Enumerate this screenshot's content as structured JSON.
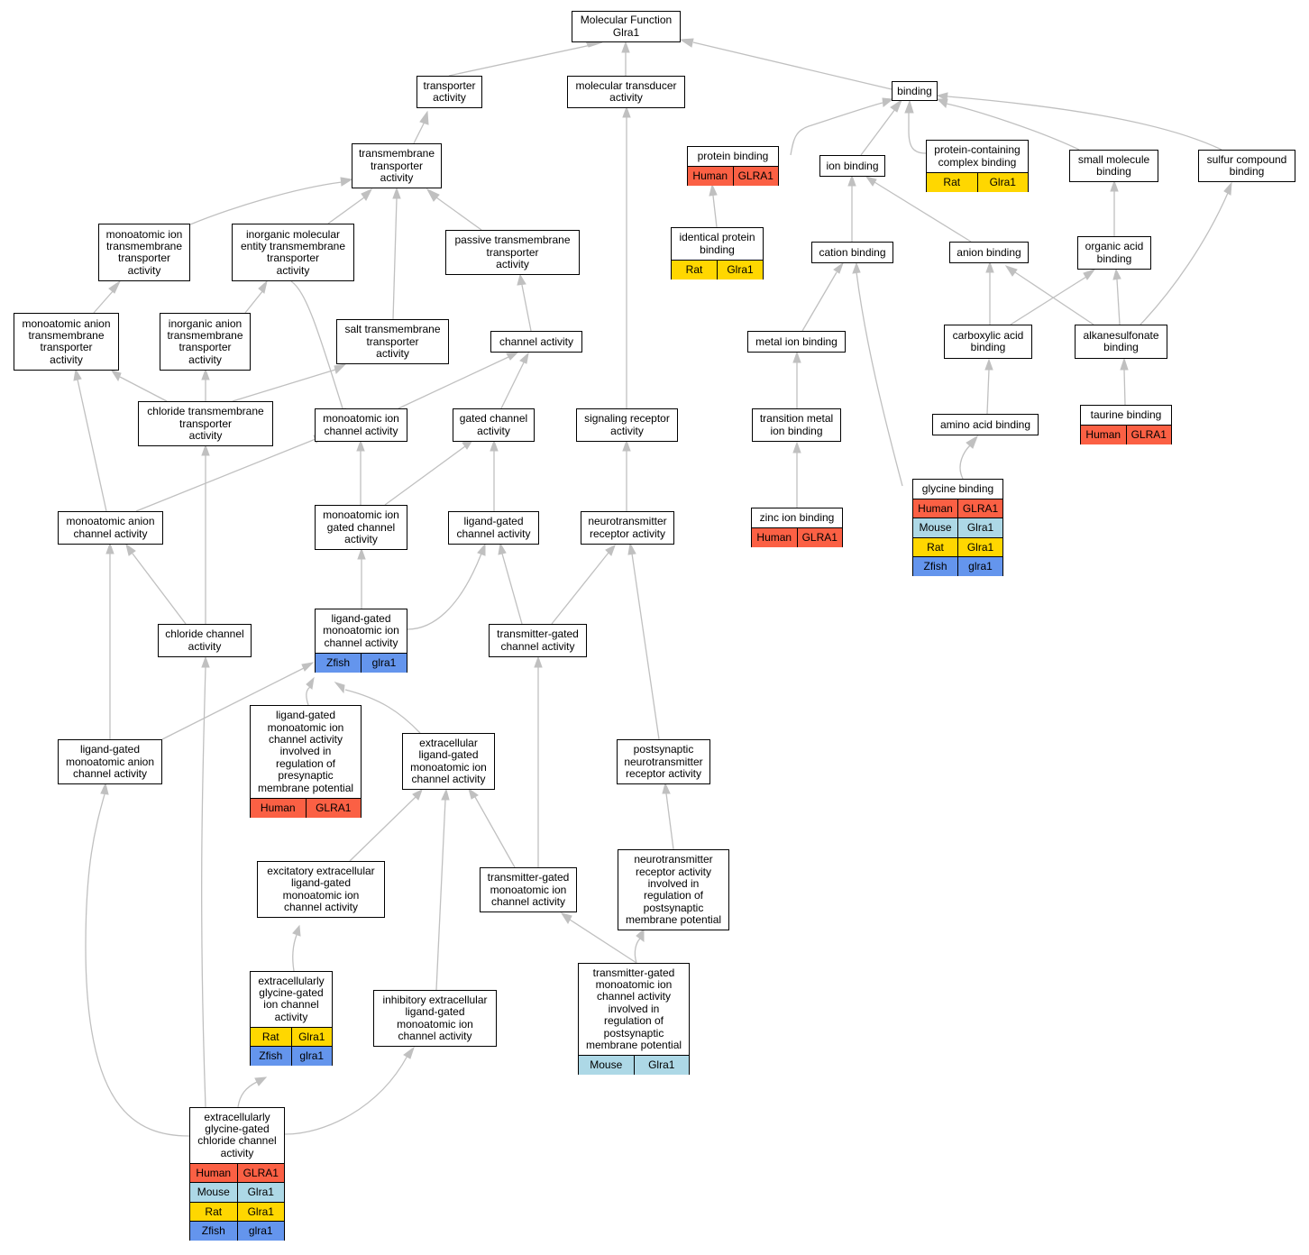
{
  "root": {
    "label": "Molecular Function\nGlra1"
  },
  "species_colors": {
    "Human": "#fb6044",
    "Mouse": "#add8e6",
    "Rat": "#ffd700",
    "Zfish": "#6495ed"
  },
  "nodes": {
    "transporter_activity": {
      "label": "transporter\nactivity"
    },
    "molecular_transducer_activity": {
      "label": "molecular transducer\nactivity"
    },
    "binding": {
      "label": "binding"
    },
    "transmembrane_transporter_activity": {
      "label": "transmembrane\ntransporter\nactivity"
    },
    "protein_binding": {
      "label": "protein binding",
      "annotations": [
        {
          "species": "Human",
          "gene": "GLRA1"
        }
      ]
    },
    "ion_binding": {
      "label": "ion binding"
    },
    "protein_containing_complex_binding": {
      "label": "protein-containing\ncomplex binding",
      "annotations": [
        {
          "species": "Rat",
          "gene": "Glra1"
        }
      ]
    },
    "small_molecule_binding": {
      "label": "small molecule\nbinding"
    },
    "sulfur_compound_binding": {
      "label": "sulfur compound\nbinding"
    },
    "monoatomic_ion_transmembrane_transporter_activity": {
      "label": "monoatomic ion\ntransmembrane\ntransporter\nactivity"
    },
    "inorganic_molecular_entity_transmembrane_transporter_activity": {
      "label": "inorganic molecular\nentity transmembrane\ntransporter\nactivity"
    },
    "passive_transmembrane_transporter_activity": {
      "label": "passive transmembrane\ntransporter\nactivity"
    },
    "identical_protein_binding": {
      "label": "identical protein\nbinding",
      "annotations": [
        {
          "species": "Rat",
          "gene": "Glra1"
        }
      ]
    },
    "cation_binding": {
      "label": "cation binding"
    },
    "anion_binding": {
      "label": "anion binding"
    },
    "organic_acid_binding": {
      "label": "organic acid\nbinding"
    },
    "monoatomic_anion_transmembrane_transporter_activity": {
      "label": "monoatomic anion\ntransmembrane\ntransporter\nactivity"
    },
    "inorganic_anion_transmembrane_transporter_activity": {
      "label": "inorganic anion\ntransmembrane\ntransporter\nactivity"
    },
    "salt_transmembrane_transporter_activity": {
      "label": "salt transmembrane\ntransporter\nactivity"
    },
    "channel_activity": {
      "label": "channel activity"
    },
    "metal_ion_binding": {
      "label": "metal ion binding"
    },
    "carboxylic_acid_binding": {
      "label": "carboxylic acid\nbinding"
    },
    "alkanesulfonate_binding": {
      "label": "alkanesulfonate\nbinding"
    },
    "chloride_transmembrane_transporter_activity": {
      "label": "chloride transmembrane\ntransporter\nactivity"
    },
    "monoatomic_ion_channel_activity": {
      "label": "monoatomic ion\nchannel activity"
    },
    "gated_channel_activity": {
      "label": "gated channel\nactivity"
    },
    "signaling_receptor_activity": {
      "label": "signaling receptor\nactivity"
    },
    "transition_metal_ion_binding": {
      "label": "transition metal\nion binding"
    },
    "amino_acid_binding": {
      "label": "amino acid binding"
    },
    "taurine_binding": {
      "label": "taurine binding",
      "annotations": [
        {
          "species": "Human",
          "gene": "GLRA1"
        }
      ]
    },
    "glycine_binding": {
      "label": "glycine binding",
      "annotations": [
        {
          "species": "Human",
          "gene": "GLRA1"
        },
        {
          "species": "Mouse",
          "gene": "Glra1"
        },
        {
          "species": "Rat",
          "gene": "Glra1"
        },
        {
          "species": "Zfish",
          "gene": "glra1"
        }
      ]
    },
    "monoatomic_anion_channel_activity": {
      "label": "monoatomic anion\nchannel activity"
    },
    "monoatomic_ion_gated_channel_activity": {
      "label": "monoatomic ion\ngated channel\nactivity"
    },
    "ligand_gated_channel_activity": {
      "label": "ligand-gated\nchannel activity"
    },
    "neurotransmitter_receptor_activity": {
      "label": "neurotransmitter\nreceptor activity"
    },
    "zinc_ion_binding": {
      "label": "zinc ion binding",
      "annotations": [
        {
          "species": "Human",
          "gene": "GLRA1"
        }
      ]
    },
    "ligand_gated_monoatomic_ion_channel_activity": {
      "label": "ligand-gated\nmonoatomic ion\nchannel activity",
      "annotations": [
        {
          "species": "Zfish",
          "gene": "glra1"
        }
      ]
    },
    "chloride_channel_activity": {
      "label": "chloride channel\nactivity"
    },
    "transmitter_gated_channel_activity": {
      "label": "transmitter-gated\nchannel activity"
    },
    "lgmic_presynaptic": {
      "label": "ligand-gated\nmonoatomic ion\nchannel activity\ninvolved in\nregulation of\npresynaptic\nmembrane potential",
      "annotations": [
        {
          "species": "Human",
          "gene": "GLRA1"
        }
      ]
    },
    "extracellular_ligand_gated_monoatomic_ion_channel_activity": {
      "label": "extracellular\nligand-gated\nmonoatomic ion\nchannel activity"
    },
    "postsynaptic_neurotransmitter_receptor_activity": {
      "label": "postsynaptic\nneurotransmitter\nreceptor activity"
    },
    "ligand_gated_monoatomic_anion_channel_activity": {
      "label": "ligand-gated\nmonoatomic anion\nchannel activity"
    },
    "excitatory_extracellular_lgmic": {
      "label": "excitatory extracellular\nligand-gated\nmonoatomic ion\nchannel activity"
    },
    "transmitter_gated_monoatomic_ion_channel_activity": {
      "label": "transmitter-gated\nmonoatomic ion\nchannel activity"
    },
    "ntr_postsynaptic_potential": {
      "label": "neurotransmitter\nreceptor activity\ninvolved in\nregulation of\npostsynaptic\nmembrane potential"
    },
    "extracellularly_glycine_gated_ion_channel_activity": {
      "label": "extracellularly\nglycine-gated\nion channel\nactivity",
      "annotations": [
        {
          "species": "Rat",
          "gene": "Glra1"
        },
        {
          "species": "Zfish",
          "gene": "glra1"
        }
      ]
    },
    "inhibitory_extracellular_lgmic": {
      "label": "inhibitory extracellular\nligand-gated\nmonoatomic ion\nchannel activity"
    },
    "tgmic_postsynaptic": {
      "label": "transmitter-gated\nmonoatomic ion\nchannel activity\ninvolved in\nregulation of\npostsynaptic\nmembrane potential",
      "annotations": [
        {
          "species": "Mouse",
          "gene": "Glra1"
        }
      ]
    },
    "extracellularly_glycine_gated_chloride_channel_activity": {
      "label": "extracellularly\nglycine-gated\nchloride channel\nactivity",
      "annotations": [
        {
          "species": "Human",
          "gene": "GLRA1"
        },
        {
          "species": "Mouse",
          "gene": "Glra1"
        },
        {
          "species": "Rat",
          "gene": "Glra1"
        },
        {
          "species": "Zfish",
          "gene": "glra1"
        }
      ]
    }
  }
}
